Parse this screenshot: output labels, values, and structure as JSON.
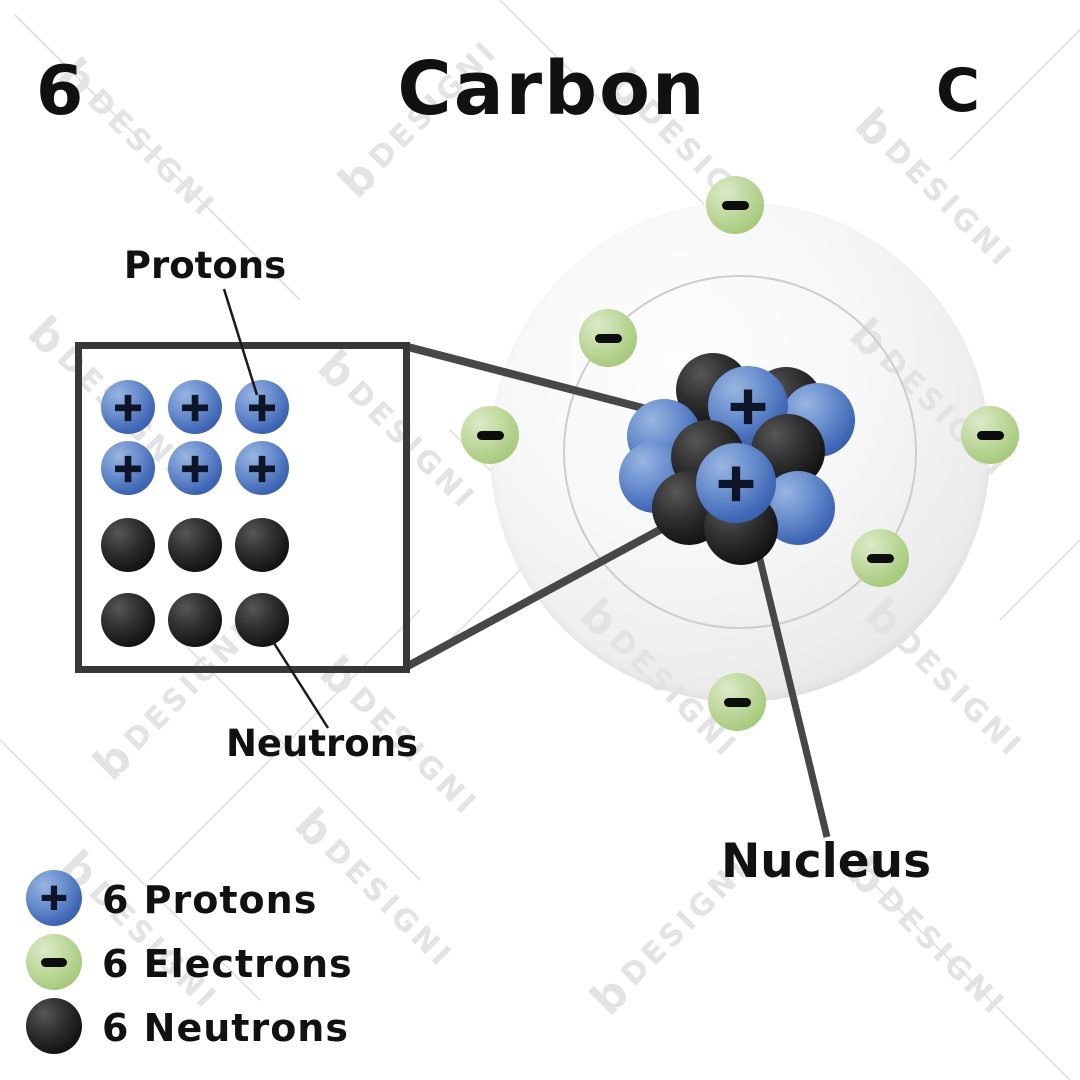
{
  "header": {
    "atomic_number": "6",
    "element_name": "Carbon",
    "symbol": "C"
  },
  "callouts": {
    "protons": "Protons",
    "neutrons": "Neutrons",
    "nucleus": "Nucleus"
  },
  "legend": {
    "items": [
      {
        "particle": "proton",
        "symbol": "+",
        "label": "6 Protons"
      },
      {
        "particle": "electron",
        "symbol": "−",
        "label": "6 Electrons"
      },
      {
        "particle": "neutron",
        "symbol": "",
        "label": "6 Neutrons"
      }
    ]
  },
  "particles": {
    "proton_symbol": "+",
    "electron_symbol": "−",
    "proton_count": 6,
    "electron_count": 6,
    "neutron_count": 6,
    "electron_shells": [
      2,
      4
    ]
  },
  "colors": {
    "proton_blue": "#4169b6",
    "neutron_black": "#151515",
    "electron_green": "#a6ca7b",
    "shell_gray": "#cdcdcd",
    "connector_gray": "#474747"
  },
  "watermark": {
    "text": "DESIGNI"
  }
}
